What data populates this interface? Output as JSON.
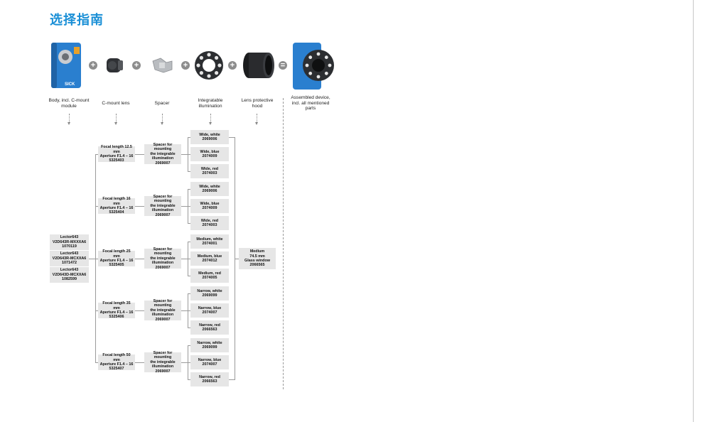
{
  "title": "选择指南",
  "column_labels": [
    "Body, incl. C-mount module",
    "C-mount lens",
    "Spacer",
    "Integratable illumination",
    "Lens protective hood",
    "Assembled device, incl. all mentioned parts"
  ],
  "operators": {
    "plus": "+",
    "equals": "="
  },
  "body_brand": "SICK",
  "bodies": [
    {
      "name": "Lector643",
      "model": "V2D643R-MXXXA6",
      "part": "1070119"
    },
    {
      "name": "Lector643",
      "model": "V2D643R-MCXXA6",
      "part": "1071472"
    },
    {
      "name": "Lector643",
      "model": "V2D643D-MCXXA6",
      "part": "1082599"
    }
  ],
  "lenses": [
    {
      "focal": "Focal length 12.5 mm",
      "aperture": "Aperture F1.4 – 16",
      "part": "5325403"
    },
    {
      "focal": "Focal length 16 mm",
      "aperture": "Aperture F1.4 – 16",
      "part": "5325404"
    },
    {
      "focal": "Focal length 25 mm",
      "aperture": "Aperture F1.4 – 16",
      "part": "5325405"
    },
    {
      "focal": "Focal length 35 mm",
      "aperture": "Aperture F1.4 – 16",
      "part": "5325406"
    },
    {
      "focal": "Focal length 50 mm",
      "aperture": "Aperture F1.4 – 16",
      "part": "5325407"
    }
  ],
  "spacer": {
    "l1": "Spacer for mounting",
    "l2": "the integrable",
    "l3": "illumination",
    "part": "2069007"
  },
  "illumination_groups": [
    [
      {
        "name": "Wide, white",
        "part": "2069006"
      },
      {
        "name": "Wide, blue",
        "part": "2074009"
      },
      {
        "name": "Wide, red",
        "part": "2074003"
      }
    ],
    [
      {
        "name": "Wide, white",
        "part": "2069006"
      },
      {
        "name": "Wide, blue",
        "part": "2074009"
      },
      {
        "name": "Wide, red",
        "part": "2074003"
      }
    ],
    [
      {
        "name": "Medium, white",
        "part": "2074001"
      },
      {
        "name": "Medium, blue",
        "part": "2074012"
      },
      {
        "name": "Medium, red",
        "part": "2074005"
      }
    ],
    [
      {
        "name": "Narrow, white",
        "part": "2069099"
      },
      {
        "name": "Narrow, blue",
        "part": "2074007"
      },
      {
        "name": "Narrow, red",
        "part": "2066563"
      }
    ],
    [
      {
        "name": "Narrow, white",
        "part": "2069099"
      },
      {
        "name": "Narrow, blue",
        "part": "2074007"
      },
      {
        "name": "Narrow, red",
        "part": "2066563"
      }
    ]
  ],
  "hood": {
    "l1": "Medium",
    "l2": "74.5 mm",
    "l3": "Glass window",
    "part": "2066565"
  },
  "colors": {
    "title": "#1a8fd6",
    "box": "#e6e6e6",
    "line": "#9a9a9a",
    "device_blue": "#2a7fcf"
  }
}
